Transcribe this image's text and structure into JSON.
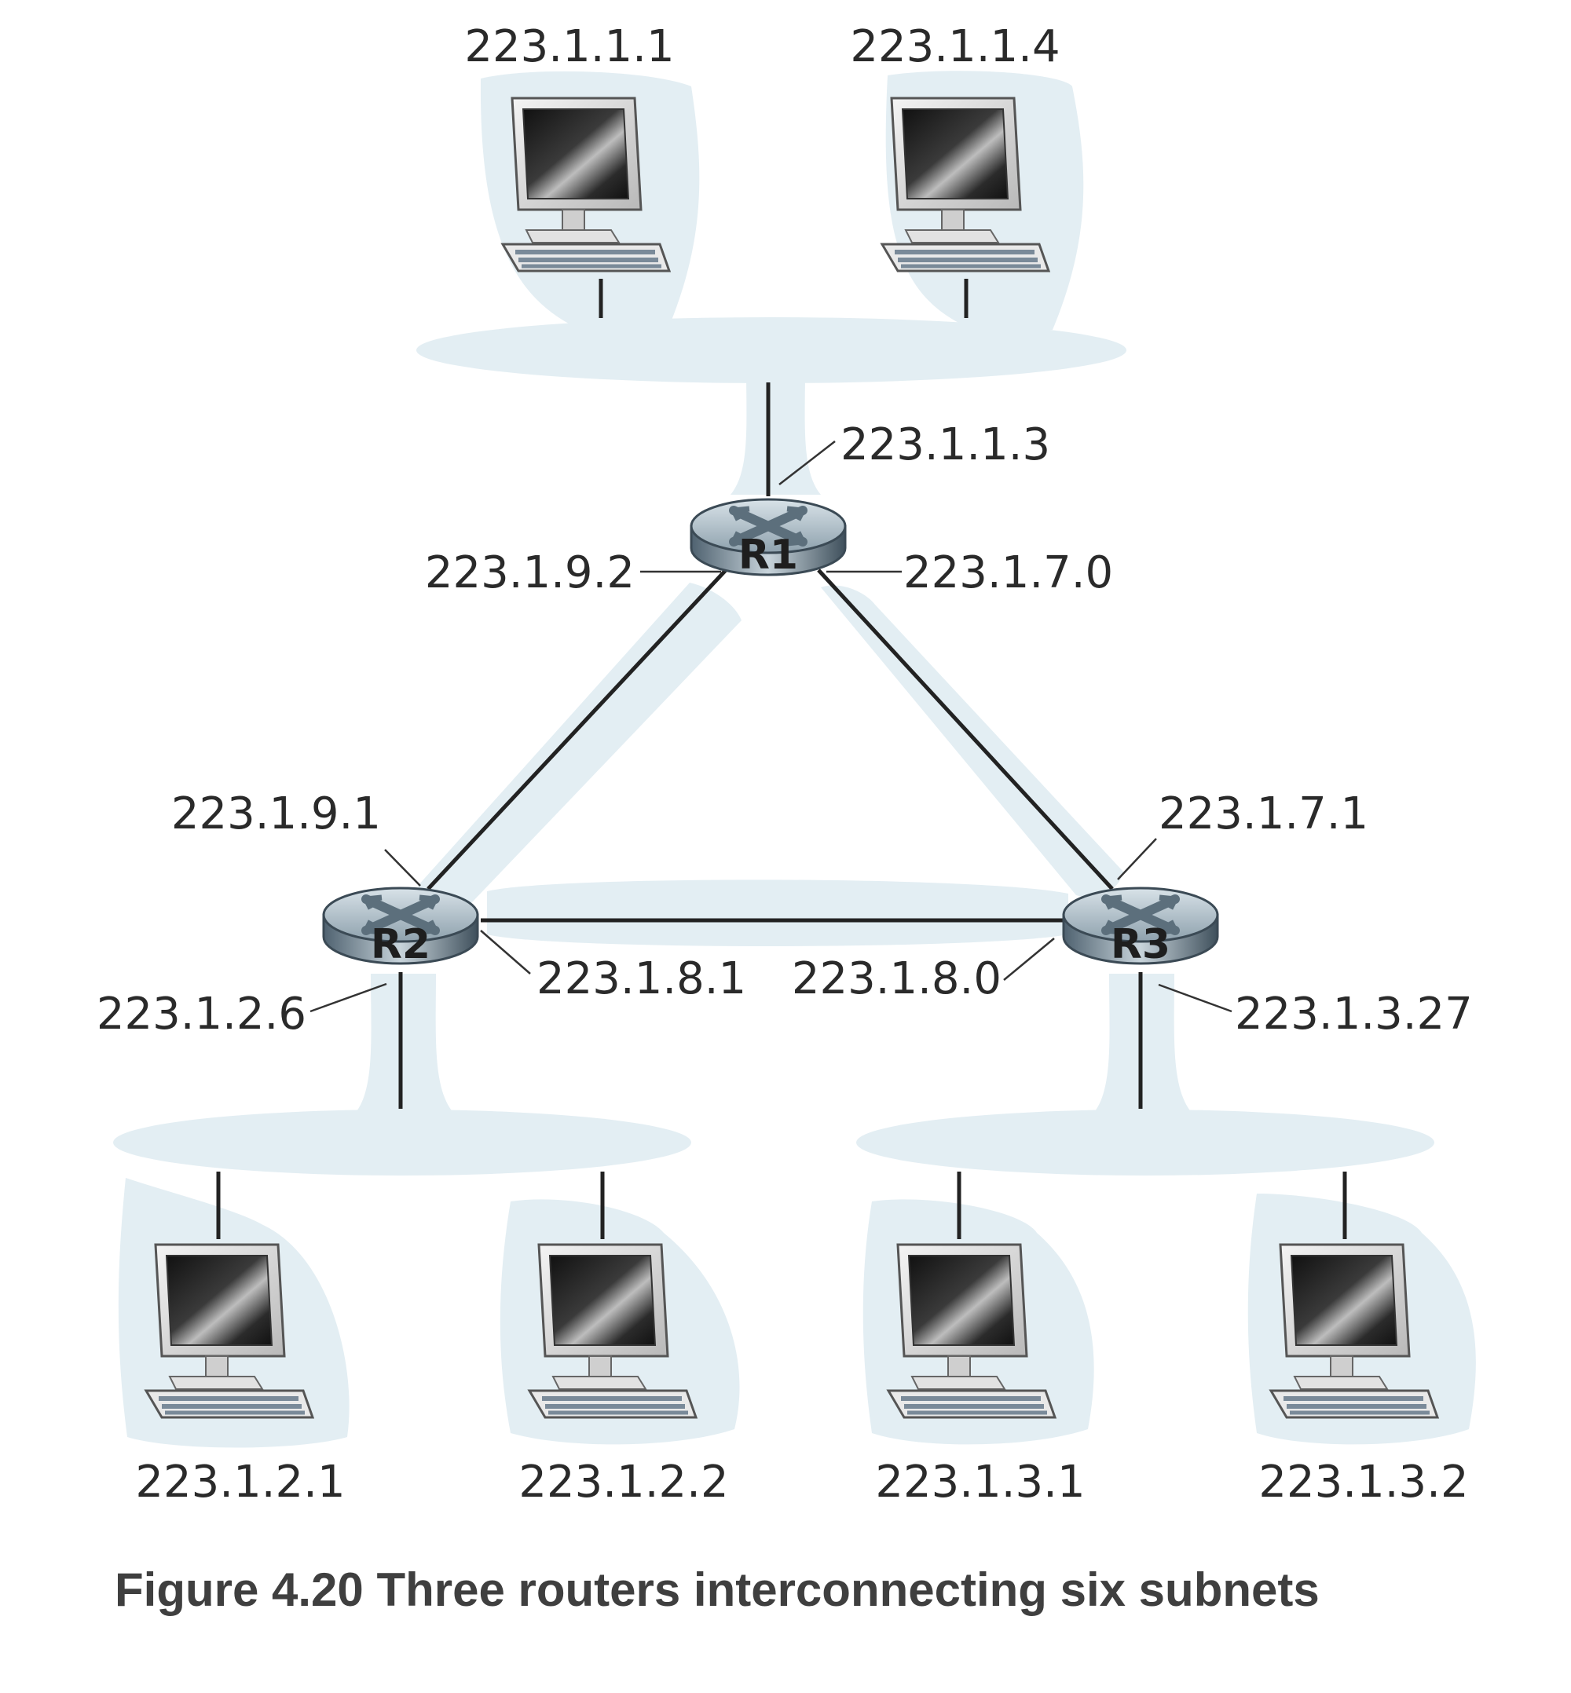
{
  "figure": {
    "caption": "Figure 4.20 Three routers interconnecting six subnets"
  },
  "routers": {
    "r1": {
      "label": "R1"
    },
    "r2": {
      "label": "R2"
    },
    "r3": {
      "label": "R3"
    }
  },
  "hosts": {
    "top_left": "223.1.1.1",
    "top_right": "223.1.1.4",
    "bottom_1": "223.1.2.1",
    "bottom_2": "223.1.2.2",
    "bottom_3": "223.1.3.1",
    "bottom_4": "223.1.3.2"
  },
  "interfaces": {
    "r1_top": "223.1.1.3",
    "r1_left": "223.1.9.2",
    "r1_right": "223.1.7.0",
    "r2_top": "223.1.9.1",
    "r2_right": "223.1.8.1",
    "r2_bottom": "223.1.2.6",
    "r3_top": "223.1.7.1",
    "r3_left": "223.1.8.0",
    "r3_bottom": "223.1.3.27"
  },
  "colors": {
    "subnet_fill": "#e3eef3",
    "link": "#222222"
  }
}
